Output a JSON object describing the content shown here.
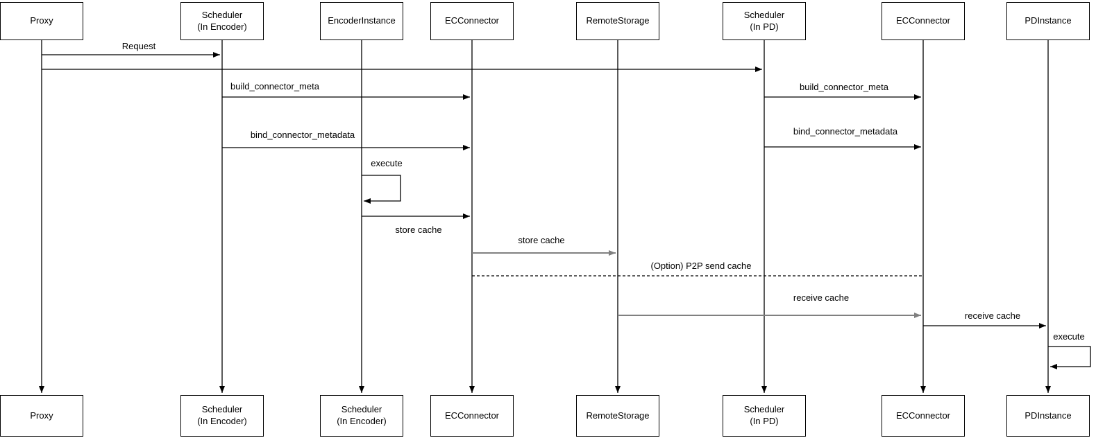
{
  "diagram_type": "uml-sequence-diagram",
  "colors": {
    "background": "#ffffff",
    "line": "#000000",
    "secondary_line": "#808080"
  },
  "actors_top": [
    {
      "label": "Proxy"
    },
    {
      "label": "Scheduler\n(In Encoder)"
    },
    {
      "label": "EncoderInstance"
    },
    {
      "label": "ECConnector"
    },
    {
      "label": "RemoteStorage"
    },
    {
      "label": "Scheduler\n(In PD)"
    },
    {
      "label": "ECConnector"
    },
    {
      "label": "PDInstance"
    }
  ],
  "actors_bottom": [
    {
      "label": "Proxy"
    },
    {
      "label": "Scheduler\n(In Encoder)"
    },
    {
      "label": "Scheduler\n(In Encoder)"
    },
    {
      "label": "ECConnector"
    },
    {
      "label": "RemoteStorage"
    },
    {
      "label": "Scheduler\n(In PD)"
    },
    {
      "label": "ECConnector"
    },
    {
      "label": "PDInstance"
    }
  ],
  "messages": {
    "request": "Request",
    "build_connector_meta": "build_connector_meta",
    "bind_connector_metadata": "bind_connector_metadata",
    "execute": "execute",
    "store_cache": "store cache",
    "p2p_send_cache": "(Option) P2P send cache",
    "receive_cache": "receive cache"
  }
}
